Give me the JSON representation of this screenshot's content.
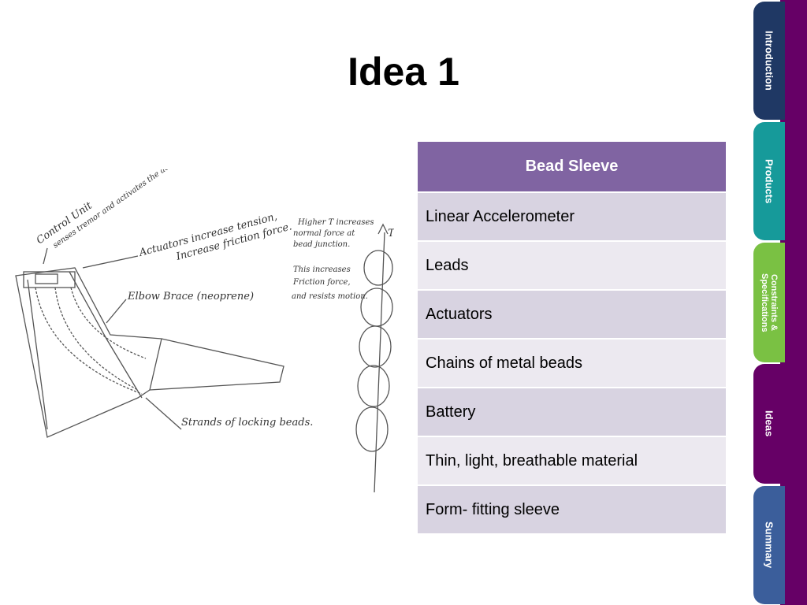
{
  "title": "Idea 1",
  "table": {
    "header": "Bead Sleeve",
    "rows": [
      "Linear Accelerometer",
      "Leads",
      "Actuators",
      "Chains of metal beads",
      "Battery",
      "Thin, light, breathable material",
      "Form- fitting sleeve"
    ]
  },
  "sketch": {
    "control_unit": "Control Unit",
    "control_unit_note": "senses tremor and activates the actuators",
    "actuators_note_1": "Actuators increase tension,",
    "actuators_note_2": "Increase friction force.",
    "elbow_brace": "Elbow Brace (neoprene)",
    "strands": "Strands of locking beads.",
    "higher_t_1": "Higher T increases",
    "higher_t_2": "normal force at",
    "higher_t_3": "bead junction.",
    "friction_1": "This increases",
    "friction_2": "Friction force,",
    "friction_3": "and resists motion.",
    "t_label": "T"
  },
  "nav": {
    "intro": "Introduction",
    "products": "Products",
    "constraints": "Constraints &\nSpecifications",
    "ideas": "Ideas",
    "summary": "Summary"
  },
  "colors": {
    "header": "#8064a2",
    "row_odd": "#d8d3e1",
    "row_even": "#ece9f0",
    "nav_intro": "#1f3864",
    "nav_products": "#169a9a",
    "nav_constraints": "#7ac143",
    "nav_ideas": "#660066",
    "nav_summary": "#3b5e9b"
  }
}
